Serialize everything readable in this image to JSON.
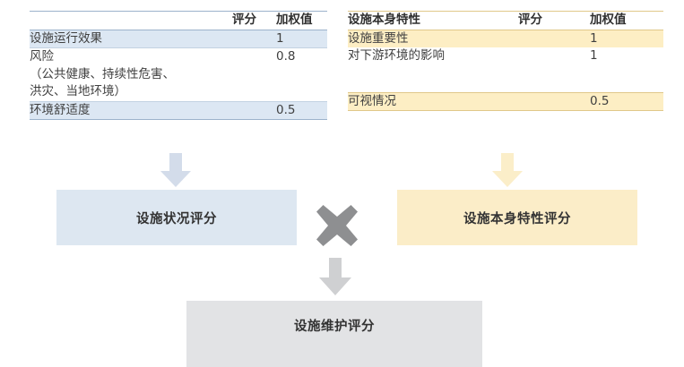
{
  "diagram": {
    "title_semantic": "facility-maintenance-scoring-flow",
    "colors": {
      "blue_shade": "#dce7f3",
      "blue_box": "#dde7f1",
      "blue_rule": "#9cb3cc",
      "yellow_shade": "#fdeec4",
      "yellow_box": "#fbedc8",
      "yellow_rule": "#e0c88a",
      "gray_box": "#e2e3e5",
      "gray_arrow": "#cfd0d2",
      "blue_arrow": "#d3dcea",
      "yellow_arrow": "#fbeec9"
    }
  },
  "left_table": {
    "name": "facility-condition-criteria-table",
    "columns": [
      "",
      "评分",
      "加权值"
    ],
    "rows": [
      {
        "criterion": "设施运行效果",
        "score": "",
        "weight": "1",
        "shaded": true
      },
      {
        "criterion": "风险\n（公共健康、持续性危害、\n洪灾、当地环境）",
        "score": "",
        "weight": "0.8",
        "shaded": false
      },
      {
        "criterion": "环境舒适度",
        "score": "",
        "weight": "0.5",
        "shaded": true
      }
    ]
  },
  "right_table": {
    "name": "facility-intrinsic-criteria-table",
    "columns": [
      "设施本身特性",
      "评分",
      "加权值"
    ],
    "rows": [
      {
        "criterion": "设施重要性",
        "score": "",
        "weight": "1",
        "shaded": true
      },
      {
        "criterion": "对下游环境的影响",
        "score": "",
        "weight": "1",
        "shaded": false
      },
      {
        "criterion": "",
        "score": "",
        "weight": "",
        "shaded": false
      },
      {
        "criterion": "可视情况",
        "score": "",
        "weight": "0.5",
        "shaded": true
      }
    ]
  },
  "boxes": {
    "condition_score": "设施状况评分",
    "intrinsic_score": "设施本身特性评分",
    "maintenance_score": "设施维护评分"
  },
  "operators": {
    "multiply": "×"
  }
}
